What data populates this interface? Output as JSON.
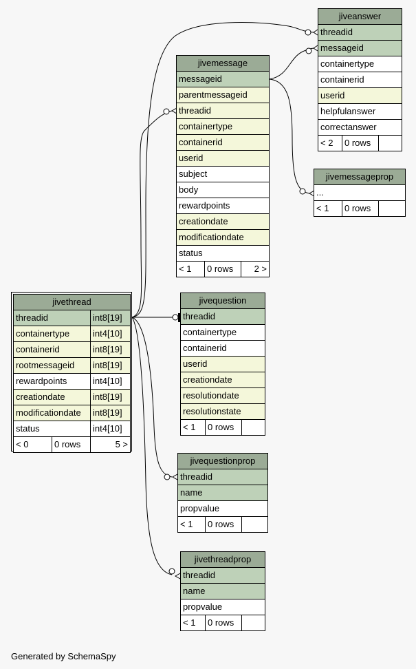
{
  "footer_text": "Generated by SchemaSpy",
  "colors": {
    "header": "#9bab96",
    "primary_key": "#bed1b8",
    "foreign_key": "#f4f7da",
    "plain": "#ffffff"
  },
  "tables": {
    "jiveanswer": {
      "name": "jiveanswer",
      "columns": [
        "threadid",
        "messageid",
        "containertype",
        "containerid",
        "userid",
        "helpfulanswer",
        "correctanswer"
      ],
      "footer": [
        "< 2",
        "0 rows",
        ""
      ]
    },
    "jivemessage": {
      "name": "jivemessage",
      "columns": [
        "messageid",
        "parentmessageid",
        "threadid",
        "containertype",
        "containerid",
        "userid",
        "subject",
        "body",
        "rewardpoints",
        "creationdate",
        "modificationdate",
        "status"
      ],
      "footer": [
        "< 1",
        "0 rows",
        "2 >"
      ]
    },
    "jivemessageprop": {
      "name": "jivemessageprop",
      "columns": [
        "..."
      ],
      "footer": [
        "< 1",
        "0 rows",
        ""
      ]
    },
    "jivethread": {
      "name": "jivethread",
      "columns": [
        {
          "name": "threadid",
          "type": "int8[19]"
        },
        {
          "name": "containertype",
          "type": "int4[10]"
        },
        {
          "name": "containerid",
          "type": "int8[19]"
        },
        {
          "name": "rootmessageid",
          "type": "int8[19]"
        },
        {
          "name": "rewardpoints",
          "type": "int4[10]"
        },
        {
          "name": "creationdate",
          "type": "int8[19]"
        },
        {
          "name": "modificationdate",
          "type": "int8[19]"
        },
        {
          "name": "status",
          "type": "int4[10]"
        }
      ],
      "footer": [
        "< 0",
        "0 rows",
        "5 >"
      ]
    },
    "jivequestion": {
      "name": "jivequestion",
      "columns": [
        "threadid",
        "containertype",
        "containerid",
        "userid",
        "creationdate",
        "resolutiondate",
        "resolutionstate"
      ],
      "footer": [
        "< 1",
        "0 rows",
        ""
      ]
    },
    "jivequestionprop": {
      "name": "jivequestionprop",
      "columns": [
        "threadid",
        "name",
        "propvalue"
      ],
      "footer": [
        "< 1",
        "0 rows",
        ""
      ]
    },
    "jivethreadprop": {
      "name": "jivethreadprop",
      "columns": [
        "threadid",
        "name",
        "propvalue"
      ],
      "footer": [
        "< 1",
        "0 rows",
        ""
      ]
    }
  }
}
